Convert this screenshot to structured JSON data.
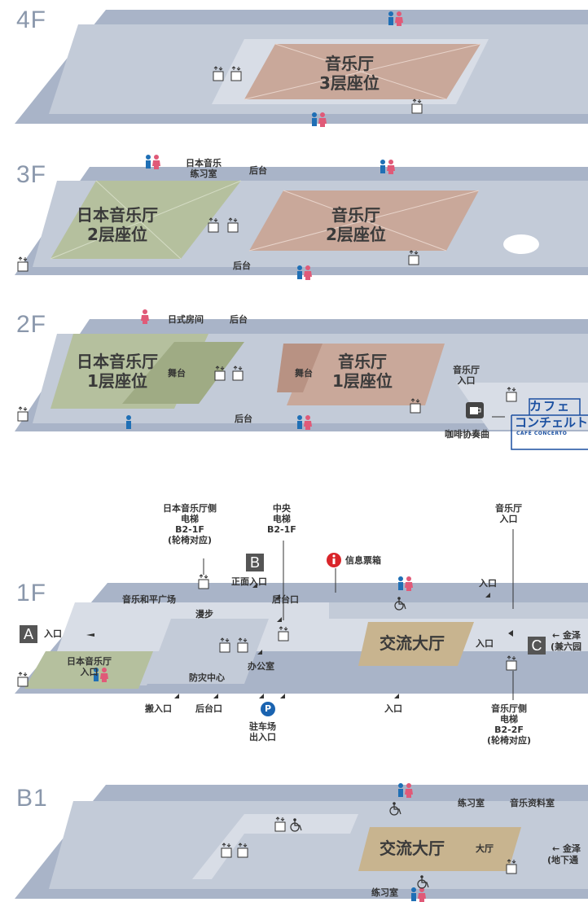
{
  "floors": {
    "f4": {
      "label": "4F",
      "hall": "音乐厅\n3层座位"
    },
    "f3": {
      "label": "3F",
      "japanese_hall": "日本音乐厅\n2层座位",
      "hall": "音乐厅\n2层座位",
      "practice_room": "日本音乐\n练习室",
      "backstage_top": "后台",
      "backstage_bottom": "后台"
    },
    "f2": {
      "label": "2F",
      "japanese_hall": "日本音乐厅\n1层座位",
      "stage_left": "舞台",
      "hall": "音乐厅\n1层座位",
      "stage_right": "舞台",
      "tatami": "日式房间",
      "backstage_top": "后台",
      "backstage_bottom": "后台",
      "hall_entrance": "音乐厅\n入口",
      "cafe_label": "咖啡协奏曲",
      "cafe_logo_line1": "カフェ",
      "cafe_logo_line2": "コンチェルト",
      "cafe_logo_line3": "CAFÉ CONCERTO"
    },
    "f1": {
      "label": "1F",
      "elevator_japanese": "日本音乐厅侧\n电梯\nB2-1F\n(轮椅对应)",
      "elevator_center": "中央\n电梯\nB2-1F",
      "hall_entrance_top": "音乐厅\n入口",
      "info": "信息票箱",
      "main_entrance": "正面入口",
      "backstage_entrance": "后台口",
      "entrance_top": "入口",
      "plaza": "音乐和平广场",
      "promenade": "漫步",
      "entrance_a": "入口",
      "japanese_hall_entrance": "日本音乐厅\n入口",
      "disaster_center": "防灾中心",
      "office": "办公室",
      "exchange_hall": "交流大厅",
      "entrance_right": "入口",
      "kanazawa": "← 金泽",
      "kanazawa_sub": "(兼六园",
      "carry_in": "搬入口",
      "backstage_exit": "后台口",
      "parking": "驻车场\n出入口",
      "entrance_bottom": "入口",
      "elevator_hall": "音乐厅侧\n电梯\nB2-2F\n(轮椅对应)",
      "badge_a": "A",
      "badge_b": "B",
      "badge_c": "C",
      "parking_icon_letter": "P"
    },
    "b1": {
      "label": "B1",
      "practice_room_top": "练习室",
      "music_library": "音乐资料室",
      "exchange_hall": "交流大厅",
      "lobby": "大厅",
      "kanazawa": "← 金泽",
      "kanazawa_sub": "(地下通",
      "practice_room_bottom": "练习室"
    }
  },
  "colors": {
    "building": "#a9b4c8",
    "building_light": "#c3cbd8",
    "corridor": "#d8dde6",
    "hall_pink": "#c9a89a",
    "hall_green": "#b5c09e",
    "exchange_tan": "#c8b48f",
    "floor_text": "#8a97ab",
    "male": "#1f6fb5",
    "female": "#e05a78",
    "info_red": "#d9252a",
    "parking_blue": "#1a63b0",
    "cafe_blue": "#1a4fa0"
  }
}
